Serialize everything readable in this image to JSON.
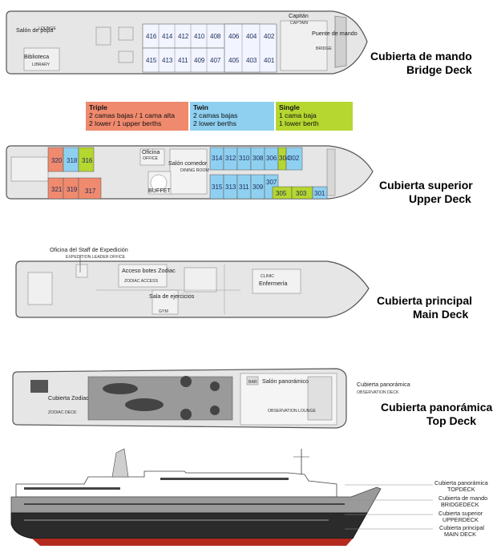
{
  "colors": {
    "triple": "#f08a6e",
    "twin": "#8fd0f0",
    "single": "#b6d630",
    "hull_fill": "#e6e6e6",
    "line": "#555555"
  },
  "legend": {
    "triple": {
      "title": "Triple",
      "line1": "2 camas  bajas / 1 cama alta",
      "line2": "2 lower / 1 upper berths"
    },
    "twin": {
      "title": "Twin",
      "line1": "2 camas bajas",
      "line2": "2 lower berths"
    },
    "single": {
      "title": "Single",
      "line1": "1 cama baja",
      "line2": "1 lower berth"
    }
  },
  "decks": {
    "bridge": {
      "title_es": "Cubierta de mando",
      "title_en": "Bridge Deck",
      "rooms_top": [
        "416",
        "414",
        "412",
        "410",
        "408",
        "406",
        "404",
        "402"
      ],
      "rooms_bottom": [
        "415",
        "413",
        "411",
        "409",
        "407",
        "405",
        "403",
        "401"
      ],
      "labels": {
        "salon_popa": "Salón de popa",
        "lounge": "LOUNGE",
        "biblioteca": "Biblioteca",
        "library": "LIBRARY",
        "capitan": "Capitán",
        "captain": "CAPTAIN",
        "puente": "Puente de mando",
        "bridge": "BRIDGE"
      }
    },
    "upper": {
      "title_es": "Cubierta superior",
      "title_en": "Upper Deck",
      "triple_rooms": [
        "320",
        "318",
        "321",
        "319",
        "317"
      ],
      "single_rooms": [
        "316",
        "304",
        "305",
        "303"
      ],
      "twin_rooms_top": [
        "314",
        "312",
        "310",
        "308",
        "306",
        "302"
      ],
      "twin_rooms_bottom": [
        "315",
        "313",
        "311",
        "309",
        "307",
        "301"
      ],
      "labels": {
        "oficina": "Oficina",
        "office": "OFFICE",
        "salon_comedor": "Salón comedor",
        "dining": "DINING ROOM",
        "buffet": "BUFFET"
      }
    },
    "main": {
      "title_es": "Cubierta principal",
      "title_en": "Main Deck",
      "labels": {
        "oficina_staff": "Oficina del Staff de Expedición",
        "expedition_office": "EXPEDITION LEADER OFFICE",
        "acceso": "Acceso botes Zodiac",
        "zodiac_access": "ZODIAC ACCESS",
        "clinic": "CLINIC",
        "enfermeria": "Enfermería",
        "sala": "Sala de ejercicios",
        "gym": "GYM"
      }
    },
    "top": {
      "title_es": "Cubierta panorámica",
      "title_en": "Top Deck",
      "labels": {
        "cubierta_zodiac": "Cubierta Zodiac",
        "zodiac_deck": "ZODIAC DECK",
        "bar": "BAR",
        "salon_panoramico": "Salón panorámico",
        "observation_lounge": "OBSERVATION LOUNGE",
        "cub_panoramica": "Cubierta panorámica",
        "observation_deck": "OBSERVATION DECK"
      }
    }
  },
  "profile_legend": [
    {
      "es": "Cubierta panorámica",
      "en": "TOPDECK"
    },
    {
      "es": "Cubierta de mando",
      "en": "BRIDGEDECK"
    },
    {
      "es": "Cubierta superior",
      "en": "UPPERDECK"
    },
    {
      "es": "Cubierta principal",
      "en": "MAIN DECK"
    }
  ]
}
